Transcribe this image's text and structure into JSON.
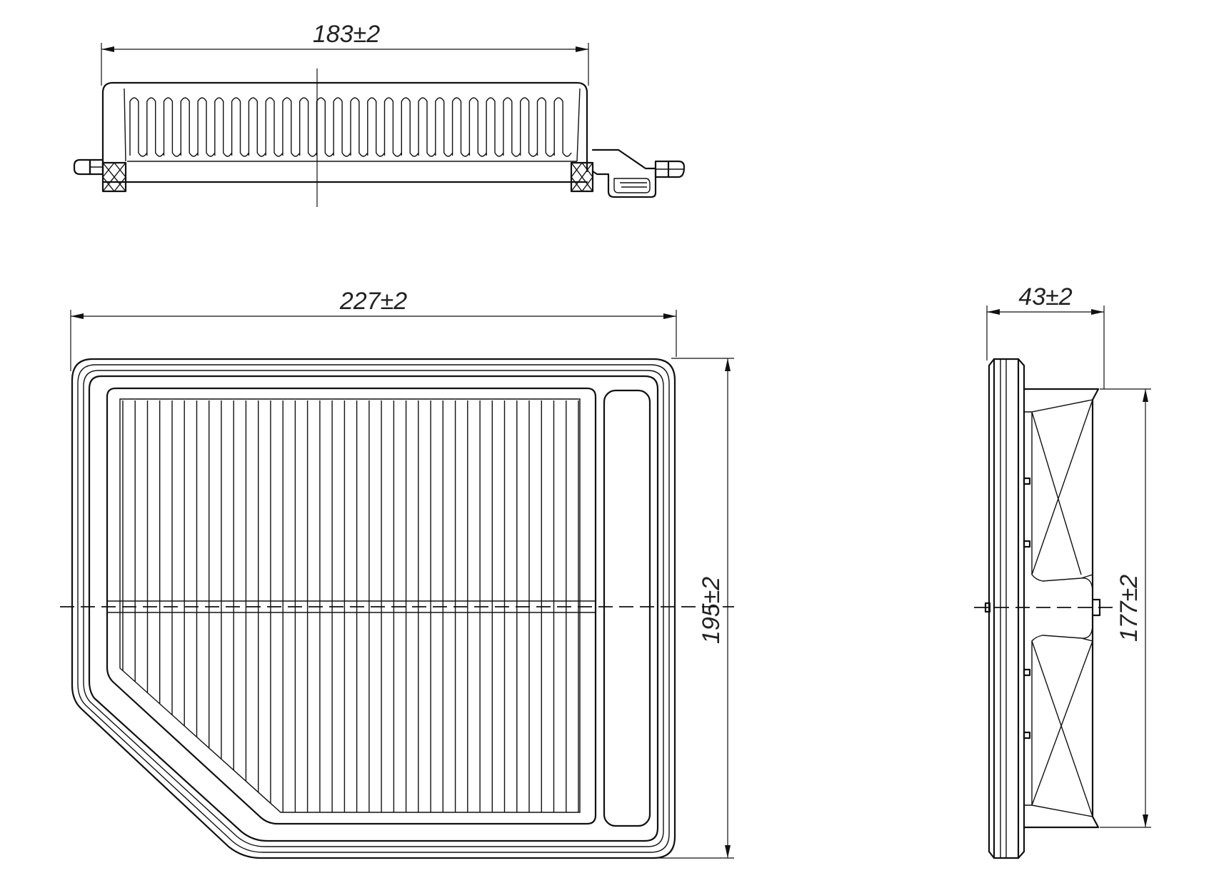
{
  "dimensions": {
    "top_width": "183±2",
    "front_width": "227±2",
    "front_height": "195±2",
    "side_depth": "43±2",
    "side_height": "177±2"
  },
  "colors": {
    "line": "#111111",
    "background": "#ffffff"
  }
}
